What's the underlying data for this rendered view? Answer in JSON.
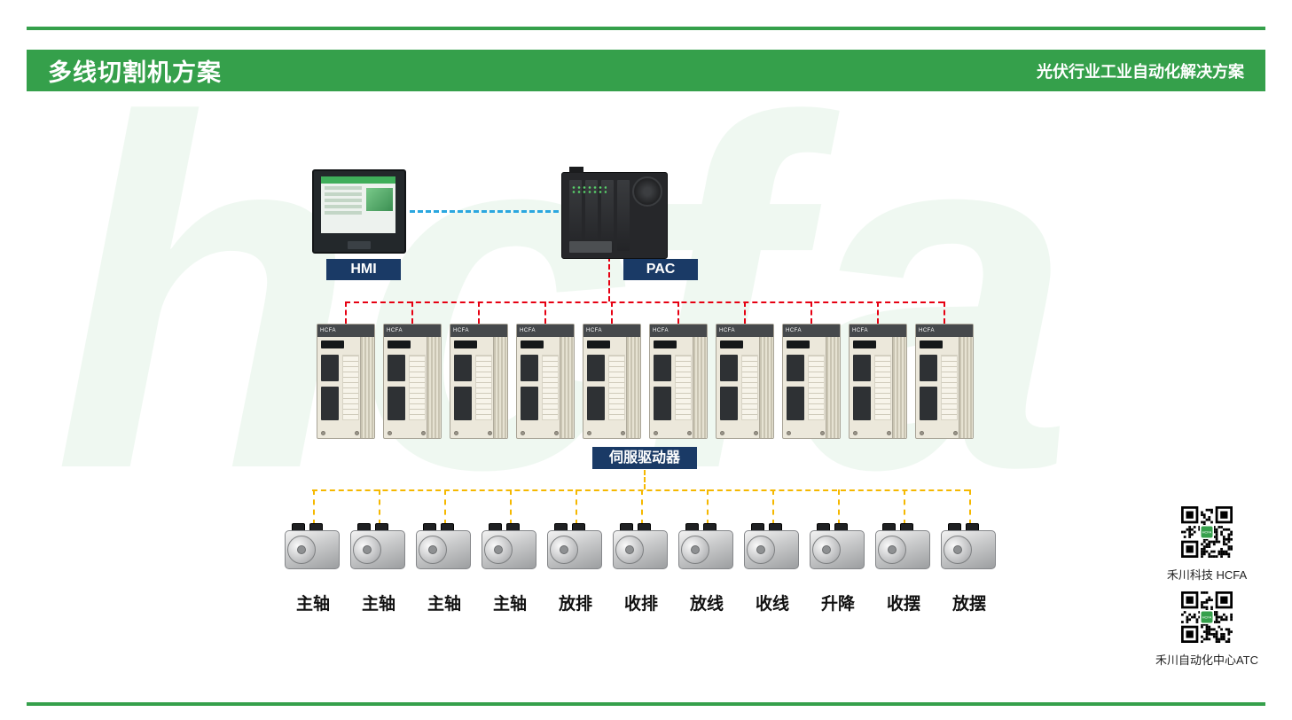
{
  "header": {
    "title": "多线切割机方案",
    "subtitle": "光伏行业工业自动化解决方案"
  },
  "watermark": {
    "text": "hcfa"
  },
  "devices": {
    "hmi_label": "HMI",
    "pac_label": "PAC",
    "servo_drive_label": "伺服驱动器",
    "drive_count": 10,
    "drive_brand": "HCFA"
  },
  "motors": [
    "主轴",
    "主轴",
    "主轴",
    "主轴",
    "放排",
    "收排",
    "放线",
    "收线",
    "升降",
    "收摆",
    "放摆"
  ],
  "qr_codes": [
    {
      "label": "禾川科技 HCFA"
    },
    {
      "label": "禾川自动化中心ATC"
    }
  ],
  "colors": {
    "green": "#35A04B",
    "navy": "#1A3A66",
    "red": "#E60012",
    "yellow": "#F5B800",
    "blue": "#2BA7DF"
  }
}
